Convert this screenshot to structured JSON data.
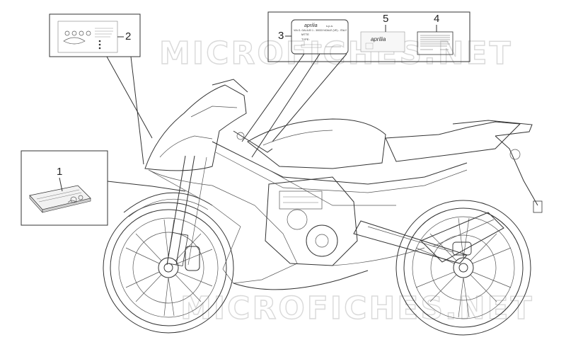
{
  "watermark": "MICROFICHES.NET",
  "callouts": [
    "1",
    "2",
    "3",
    "4",
    "5"
  ],
  "decal_3": {
    "brand": "aprilia",
    "suffix": "s.p.a.",
    "address": "VIA G. GALILEI 1 - 30033 NOALE (VE) - ITALY",
    "line_mtte": "MTTE",
    "line_type": "TYPE:"
  },
  "decal_5": {
    "brand": "aprilia"
  },
  "colors": {
    "line": "#333333",
    "watermark": "#d9d9d9",
    "background": "#ffffff"
  }
}
